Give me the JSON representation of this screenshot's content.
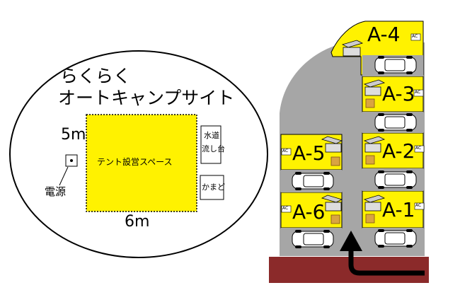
{
  "site": {
    "title_line1": "らくらく",
    "title_line2": "オートキャンプサイト",
    "tent_space_label": "テント設営スペース",
    "width_label": "6m",
    "depth_label": "5m",
    "power_label": "電源",
    "sink_label_line1": "水道",
    "sink_label_line2": "流し台",
    "stove_label": "かまど"
  },
  "map": {
    "ac_label": "AC",
    "sites": [
      {
        "id": "A-4",
        "label": "A-4"
      },
      {
        "id": "A-3",
        "label": "A-3"
      },
      {
        "id": "A-2",
        "label": "A-2"
      },
      {
        "id": "A-5",
        "label": "A-5"
      },
      {
        "id": "A-1",
        "label": "A-1"
      },
      {
        "id": "A-6",
        "label": "A-6"
      }
    ]
  },
  "colors": {
    "tent_area": "#fff200",
    "site_pad": "#fff200",
    "road": "#a6a6a6",
    "entrance_band": "#8b2a2a",
    "outline": "#000000"
  }
}
